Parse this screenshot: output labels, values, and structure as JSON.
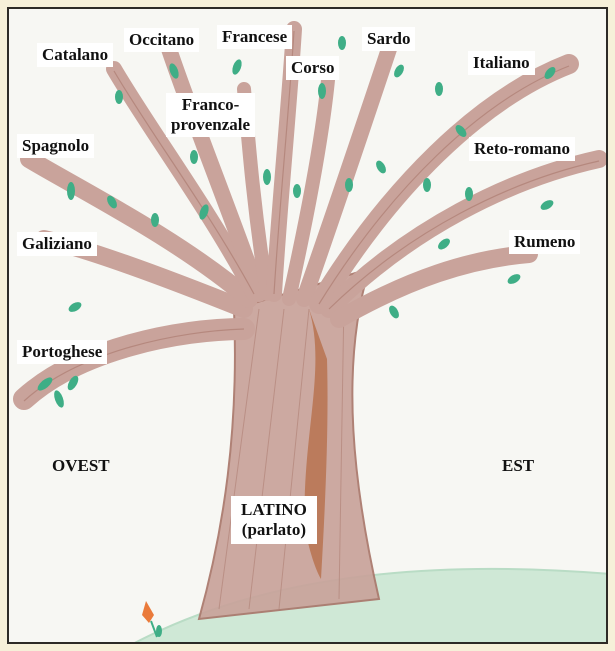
{
  "languages": {
    "catalano": "Catalano",
    "occitano": "Occitano",
    "francese": "Francese",
    "corso": "Corso",
    "sardo": "Sardo",
    "italiano": "Italiano",
    "franco_provenzale_line1": "Franco-",
    "franco_provenzale_line2": "provenzale",
    "spagnolo": "Spagnolo",
    "reto_romano": "Reto-romano",
    "galiziano": "Galiziano",
    "rumeno": "Rumeno",
    "portoghese": "Portoghese"
  },
  "directions": {
    "west": "OVEST",
    "east": "EST"
  },
  "root": {
    "line1": "LATINO",
    "line2": "(parlato)"
  },
  "colors": {
    "background": "#f6f0d9",
    "paper": "#f7f7f3",
    "trunk": "#c9a39b",
    "trunk_stroke": "#a9776b",
    "trunk_shadow": "#b4683e",
    "leaf": "#3fae86",
    "ground": "#cfe8d6",
    "flower": "#ea7a3a"
  }
}
